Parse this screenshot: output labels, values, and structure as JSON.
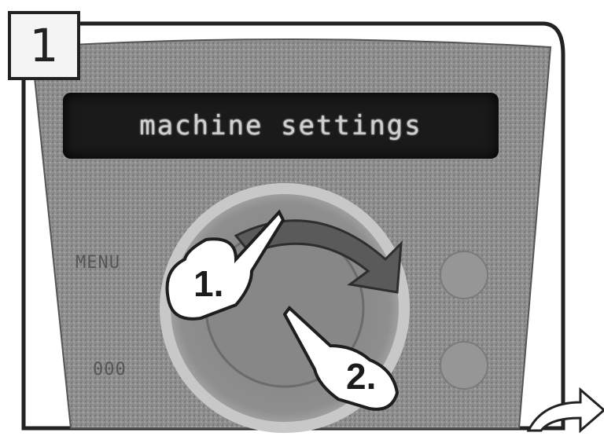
{
  "step": {
    "number": "1"
  },
  "display": {
    "text": "machine settings"
  },
  "instructions": {
    "first_touch": "1.",
    "second_touch": "2."
  },
  "side_labels": {
    "left_upper": "MENU",
    "left_lower": "000"
  },
  "colors": {
    "panel": "#8d8d8d",
    "outline": "#222222",
    "display_bg": "#1a1a1a",
    "arrow": "#5a5a5a"
  }
}
